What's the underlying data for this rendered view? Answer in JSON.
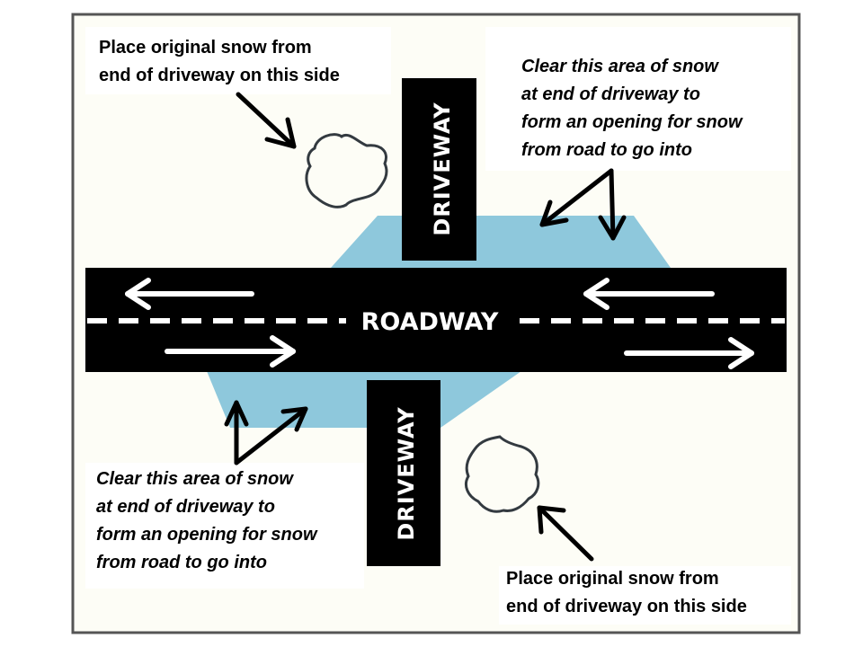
{
  "labels": {
    "top_left_line1": "Place original snow from",
    "top_left_line2": "end of driveway on this side",
    "top_right_line1": "Clear this area of snow",
    "top_right_line2": "at end of driveway to",
    "top_right_line3": "form an opening for snow",
    "top_right_line4": "from road to go into",
    "bottom_left_line1": "Clear this area of snow",
    "bottom_left_line2": "at end of driveway to",
    "bottom_left_line3": "form an opening for snow",
    "bottom_left_line4": "from road to go into",
    "bottom_right_line1": "Place original snow from",
    "bottom_right_line2": "end of driveway on this side"
  },
  "road_label": "ROADWAY",
  "driveway_top_label": "DRIVEWAY",
  "driveway_bottom_label": "DRIVEWAY",
  "colors": {
    "clear_area": "#8ec8dc",
    "road": "#000000",
    "background": "#fdfdf6"
  }
}
